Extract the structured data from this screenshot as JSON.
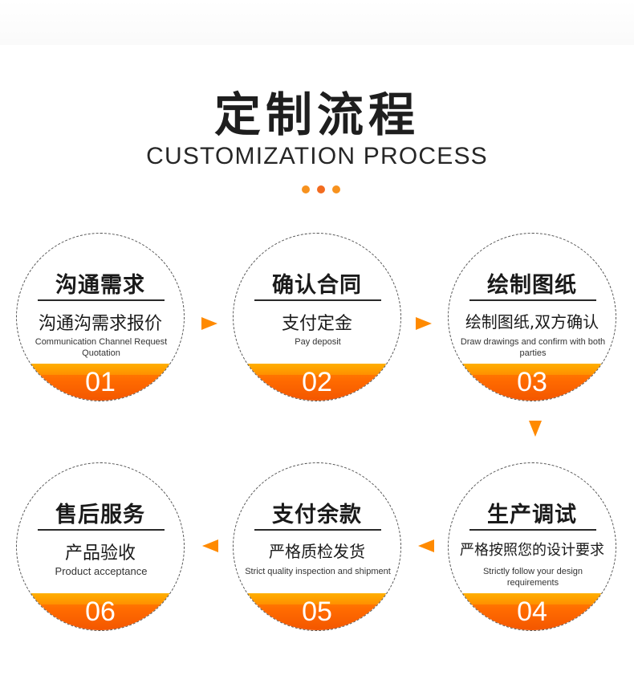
{
  "header": {
    "title_cn": "定制流程",
    "title_en": "CUSTOMIZATION PROCESS",
    "dot_colors": [
      "#f7921e",
      "#f26b1f",
      "#f7921e"
    ]
  },
  "steps": [
    {
      "title": "沟通需求",
      "cn": "沟通沟需求报价",
      "en": "Communication Channel Request Quotation",
      "num": "01"
    },
    {
      "title": "确认合同",
      "cn": "支付定金",
      "en": "Pay deposit",
      "num": "02"
    },
    {
      "title": "绘制图纸",
      "cn": "绘制图纸,双方确认",
      "en": "Draw drawings and confirm with both parties",
      "num": "03"
    },
    {
      "title": "生产调试",
      "cn": "严格按照您的设计要求",
      "en": "Strictly follow your design requirements",
      "num": "04"
    },
    {
      "title": "支付余款",
      "cn": "严格质检发货",
      "en": "Strict quality inspection and shipment",
      "num": "05"
    },
    {
      "title": "售后服务",
      "cn": "产品验收",
      "en": "Product acceptance",
      "num": "06"
    }
  ],
  "colors": {
    "accent": "#ff8a00",
    "accent_dark": "#f25500"
  }
}
